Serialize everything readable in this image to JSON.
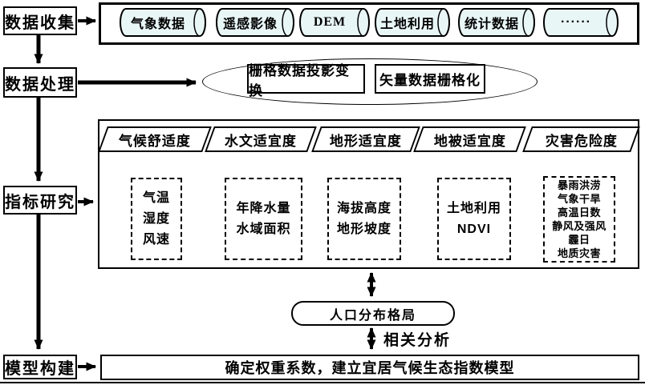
{
  "figure": {
    "stages": [
      {
        "label": "数据收集"
      },
      {
        "label": "数据处理"
      },
      {
        "label": "指标研究"
      },
      {
        "label": "模型构建"
      }
    ],
    "data_sources": [
      "气象数据",
      "遥感影像",
      "DEM",
      "土地利用",
      "统计数据",
      "······"
    ],
    "processing_steps": [
      "栅格数据投影变换",
      "矢量数据栅格化"
    ],
    "indicator_categories": [
      {
        "label": "气候舒适度",
        "indicators": [
          "气温",
          "湿度",
          "风速"
        ]
      },
      {
        "label": "水文适宜度",
        "indicators": [
          "年降水量",
          "水域面积"
        ]
      },
      {
        "label": "地形适宜度",
        "indicators": [
          "海拔高度",
          "地形坡度"
        ]
      },
      {
        "label": "地被适宜度",
        "indicators": [
          "土地利用",
          "NDVI"
        ]
      },
      {
        "label": "灾害危险度",
        "indicators": [
          "暴雨洪涝",
          "气象干旱",
          "高温日数",
          "静风及强风",
          "霾日",
          "地质灾害"
        ]
      }
    ],
    "population_label": "人口分布格局",
    "analysis_label": "相关分析",
    "model_statement": "确定权重系数，建立宜居气候生态指数模型",
    "colors": {
      "cylinder_fill": "#e9f6f6",
      "line": "#000000",
      "background": "#ffffff"
    }
  }
}
